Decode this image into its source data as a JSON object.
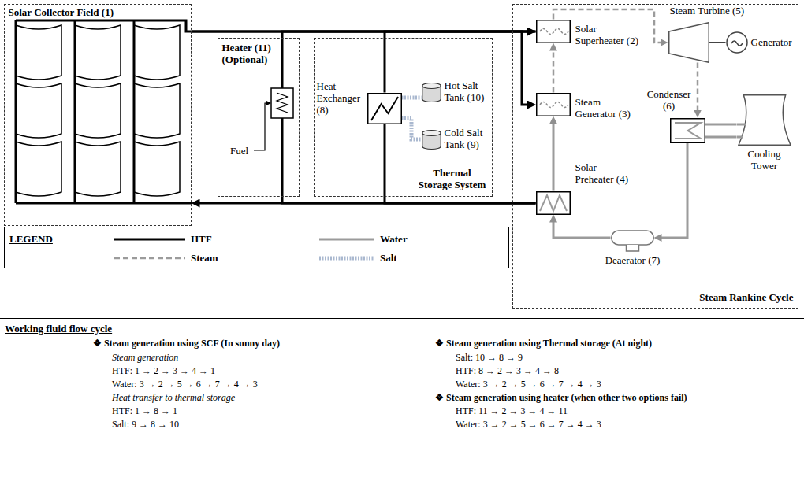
{
  "diagram": {
    "nodes": [
      {
        "text": [
          "Solar Collector Field (1)"
        ]
      },
      {
        "text": [
          "Heater (11) (Optional)"
        ]
      },
      {
        "text": [
          "Thermal Storage System"
        ]
      },
      {
        "text": [
          "Heat Exchanger (8)"
        ],
        "in": 2
      },
      {
        "text": [
          "Hot Salt Tank (10)"
        ],
        "in": 2
      },
      {
        "text": [
          "Cold Salt Tank (9)"
        ],
        "in": 2
      },
      {
        "text": [
          "Steam Rankine Cycle"
        ]
      },
      {
        "text": [
          "Steam Turbine (5)"
        ],
        "in": 6
      },
      {
        "text": [
          "Generator"
        ],
        "in": 6
      },
      {
        "text": [
          "Solar Superheater (2)"
        ],
        "in": 6
      },
      {
        "text": [
          "Steam Generator (3)"
        ],
        "in": 6
      },
      {
        "text": [
          "Condenser (6)"
        ],
        "in": 6
      },
      {
        "text": [
          "Cooling Tower"
        ],
        "in": 6
      },
      {
        "text": [
          "Solar Preheater (4)"
        ],
        "in": 6
      },
      {
        "text": [
          "Deaerator (7)"
        ],
        "in": 6
      }
    ],
    "edges": [
      {
        "from": 0,
        "to": 9,
        "arrow": "to"
      },
      {
        "from": 0,
        "to": 10,
        "arrow": "to"
      },
      {
        "from": 13,
        "to": 0,
        "arrow": "to"
      },
      {
        "from": 1,
        "to": 9,
        "arrow": "none"
      },
      {
        "from": 13,
        "to": 1,
        "arrow": "none"
      },
      {
        "from": 3,
        "to": 9,
        "arrow": "none"
      },
      {
        "from": 13,
        "to": 3,
        "arrow": "none"
      },
      {
        "from": 3,
        "to": 4,
        "arrow": "none"
      },
      {
        "from": 3,
        "to": 5,
        "arrow": "none"
      },
      {
        "from": 10,
        "to": 9,
        "arrow": "to"
      },
      {
        "from": 9,
        "to": 7,
        "arrow": "to"
      },
      {
        "from": 7,
        "to": 8,
        "arrow": "none"
      },
      {
        "from": 7,
        "to": 11,
        "arrow": "to"
      },
      {
        "from": 11,
        "to": 12,
        "arrow": "none"
      },
      {
        "from": 12,
        "to": 11,
        "arrow": "none"
      },
      {
        "from": 11,
        "to": 14,
        "arrow": "to"
      },
      {
        "from": 14,
        "to": 13,
        "arrow": "to"
      },
      {
        "from": 13,
        "to": 10,
        "arrow": "to"
      }
    ],
    "labels": [
      "Fuel",
      "LEGEND",
      "Working fluid flow cycle",
      "❖ Steam generation using SCF (In sunny day)",
      "Steam generation",
      "HTF: 1 → 2 → 3 → 4 → 1",
      "Water: 3 → 2 → 5 → 6 → 7 → 4 → 3",
      "Heat transfer to thermal storage",
      "HTF: 1 → 8 → 1",
      "Salt: 9 → 8 → 10",
      "❖ Steam generation using Thermal storage (At night)",
      "Salt: 10 → 8 → 9",
      "HTF: 8 → 2 → 3 → 4 → 8",
      "Water: 3 → 2 → 5 → 6 → 7 → 4 → 3",
      "❖ Steam generation using heater (when other two options fail)",
      "HTF: 11 → 2 → 3 → 4 → 11",
      "Water: 3 → 2 → 5 → 6 → 7 → 4 → 3"
    ],
    "legend": [
      {
        "text": "HTF"
      },
      {
        "text": "Steam"
      },
      {
        "text": "Water"
      },
      {
        "text": "Salt"
      }
    ]
  }
}
